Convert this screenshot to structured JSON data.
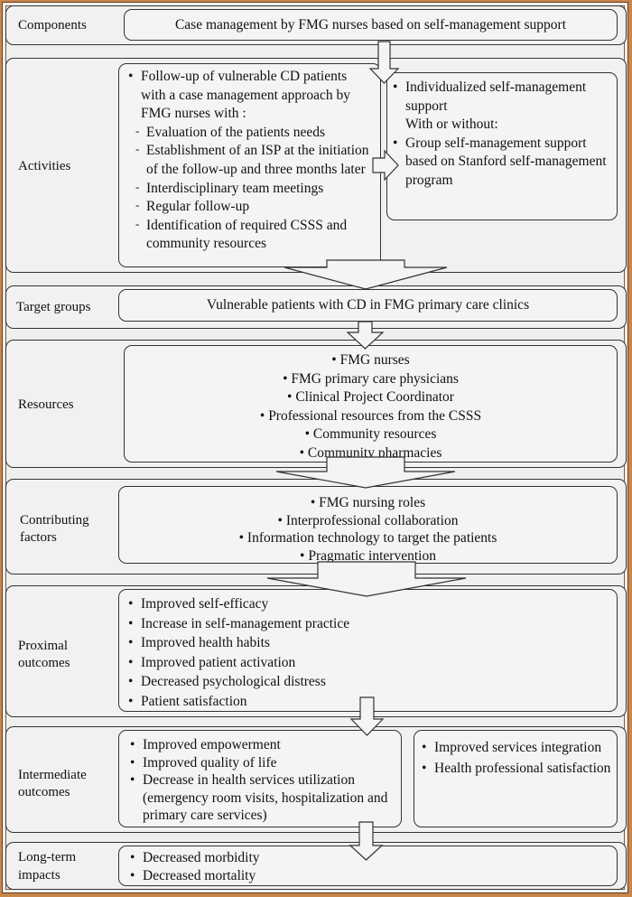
{
  "rows": {
    "components": {
      "label": "Components",
      "text": "Case management by FMG nurses based on self-management support"
    },
    "activities": {
      "label": "Activities",
      "main_bullet": "Follow-up of vulnerable CD patients with a case management approach by FMG nurses with :",
      "sub_items": [
        "Evaluation of the patients needs",
        "Establishment of an ISP at the initiation of the follow-up and three months later",
        "Interdisciplinary team meetings",
        "Regular follow-up",
        "Identification of required CSSS and community resources"
      ],
      "right_item_1": "Individualized self-management support",
      "right_middle": "With or without:",
      "right_item_2": "Group self-management support based on Stanford self-management program"
    },
    "target": {
      "label": "Target groups",
      "text": "Vulnerable patients with CD in FMG primary care clinics"
    },
    "resources": {
      "label": "Resources",
      "items": [
        "FMG nurses",
        "FMG primary care physicians",
        "Clinical Project Coordinator",
        "Professional resources from the CSSS",
        "Community resources",
        "Community pharmacies"
      ]
    },
    "factors": {
      "label_line1": "Contributing",
      "label_line2": "factors",
      "items": [
        "FMG nursing roles",
        "Interprofessional collaboration",
        "Information technology to target the patients",
        "Pragmatic intervention"
      ]
    },
    "proximal": {
      "label_line1": "Proximal",
      "label_line2": "outcomes",
      "items": [
        "Improved self-efficacy",
        "Increase in self-management practice",
        "Improved health habits",
        "Improved patient activation",
        "Decreased psychological distress",
        "Patient satisfaction"
      ]
    },
    "intermediate": {
      "label_line1": "Intermediate",
      "label_line2": "outcomes",
      "left_items": [
        "Improved empowerment",
        "Improved quality of life",
        "Decrease in health services utilization (emergency room visits, hospitalization and primary care services)"
      ],
      "right_items": [
        "Improved services integration",
        "Health professional satisfaction"
      ]
    },
    "longterm": {
      "label_line1": "Long-term",
      "label_line2": "impacts",
      "items": [
        "Decreased morbidity",
        "Decreased mortality"
      ]
    }
  }
}
